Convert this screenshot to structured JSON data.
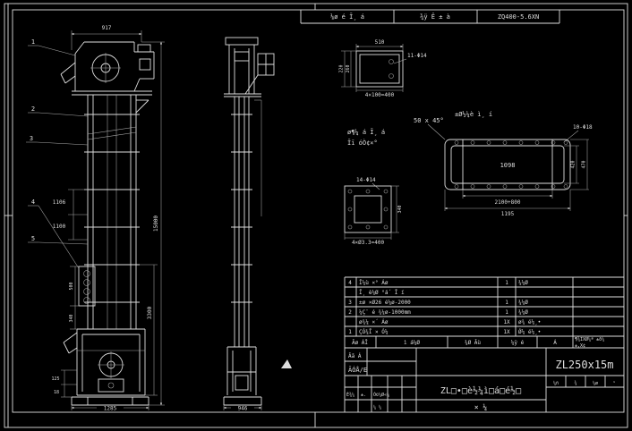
{
  "top_bar": {
    "cell1": "⅛ø é Ī¸ á",
    "cell2": "¾ÿ Ê ± à",
    "cell3": "ZQ400-5.6ΧΝ"
  },
  "front_view": {
    "balloon_1": "1",
    "balloon_2": "2",
    "balloon_3": "3",
    "balloon_4": "4",
    "balloon_5": "5",
    "dim_head_width": "917",
    "dim_total_height": "15000",
    "dim_section_height": "3300",
    "dim_left_upper": "1106",
    "dim_left_lower": "1100",
    "dim_bucket": "500",
    "dim_lower": "340",
    "dim_base": "1285",
    "dim_small_a": "125",
    "dim_small_b": "18"
  },
  "side_view": {
    "dim_base": "946"
  },
  "details": {
    "channel": {
      "dim_width": "510",
      "hole_note": "11-Φ14",
      "dim_bottom": "4×100=400",
      "dim_left_outer": "220",
      "dim_left_inner": "260",
      "note_line1": "ø¶¼ á Ī¸ á",
      "note_line2": "Īī óÒ¢×°"
    },
    "flange": {
      "hole_note": "14-Φ14",
      "dim_height": "340",
      "dim_bottom": "4×Ø3.3=400"
    },
    "plate": {
      "label": "±Ø½¼è ì¸ í",
      "chamfer_note": "50 x 45°",
      "hole_note": "10-Φ18",
      "dim_inner": "1098",
      "dim_span": "2100+800",
      "dim_length": "1195",
      "dim_width_inner": "420",
      "dim_width_outer": "470"
    }
  },
  "parts_list": {
    "rows": [
      {
        "no": "4",
        "name": "Ī¼ù ×° Áø",
        "qty": "1",
        "material": "¾¼Ø"
      },
      {
        "no": "",
        "name": "Ī¸ è¼Ø °á´ Ī í",
        "qty": "",
        "material": ""
      },
      {
        "no": "3",
        "name": "±ø ×Ø26 é¼ø-2000",
        "qty": "1",
        "material": "¾¼Ø"
      },
      {
        "no": "2",
        "name": "¼Ç¨ é ¾¼ø-1000mm",
        "qty": "1",
        "material": "¾¼Ø"
      },
      {
        "no": "",
        "name": "ø¾¼ ×´ Áø",
        "qty": "1X",
        "material": "ø¾ é¼¸•"
      },
      {
        "no": "1",
        "name": "ÇÓ¾Ī × Ó¼",
        "qty": "1X",
        "material": "Ǿ¼ é¼¸•"
      }
    ],
    "header": {
      "c1": "Āø ÁĪ",
      "c2": "ì á¼Ø",
      "c3": "¾Ø Āù",
      "c4": "¼ÿ é",
      "c5": "Á"
    }
  },
  "title_block": {
    "note_top_1": "¶¾ĪXØ¼ª ±ð¼",
    "note_top_2": "±,X¢",
    "sig_1": "Āā Á",
    "sig_2": "ÃÓÅ/E",
    "drawing_no": "ZL250x15m",
    "drawing_name": "ZL□•□è½¼ì□á□é½□",
    "type_label": "× ¼",
    "rev_1": "È¾¼",
    "rev_2": "±.",
    "rev_3": "Ó©¼Ø«¼",
    "rev_4": "¼ ¼",
    "mini_1": "¼ñ",
    "mini_2": "¾",
    "mini_3": "¼ø",
    "mini_4": "¹"
  }
}
